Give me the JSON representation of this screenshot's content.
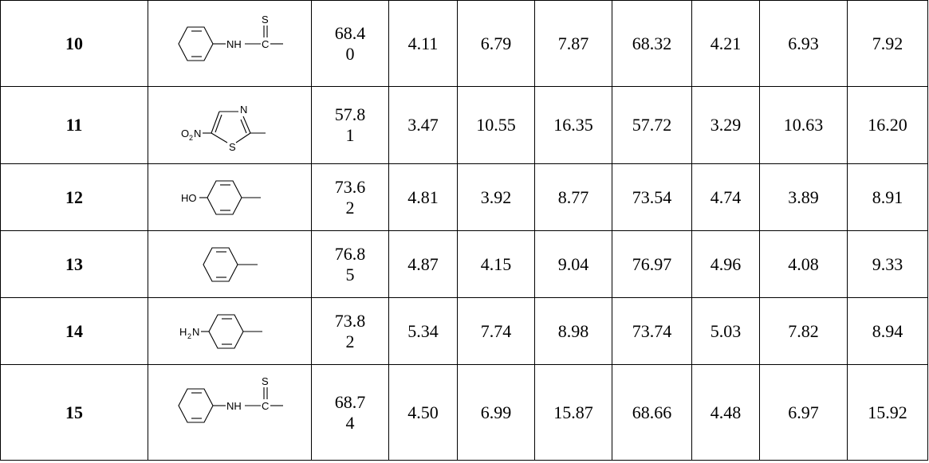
{
  "rows": [
    {
      "id": "10",
      "structure": "phenylthiocarbamoyl",
      "labels": {
        "nh": "NH",
        "c": "C",
        "s": "S"
      },
      "c_calc": [
        "68.4",
        "0"
      ],
      "values": [
        "4.11",
        "6.79",
        "7.87",
        "68.32",
        "4.21",
        "6.93",
        "7.92"
      ]
    },
    {
      "id": "11",
      "structure": "5-nitrothiazol-2-yl",
      "labels": {
        "o2n_o": "O",
        "o2n_sub": "2",
        "o2n_n": "N",
        "ring_n": "N",
        "ring_s": "S"
      },
      "c_calc": [
        "57.8",
        "1"
      ],
      "values": [
        "3.47",
        "10.55",
        "16.35",
        "57.72",
        "3.29",
        "10.63",
        "16.20"
      ]
    },
    {
      "id": "12",
      "structure": "4-hydroxyphenyl",
      "labels": {
        "ho": "HO"
      },
      "c_calc": [
        "73.6",
        "2"
      ],
      "values": [
        "4.81",
        "3.92",
        "8.77",
        "73.54",
        "4.74",
        "3.89",
        "8.91"
      ]
    },
    {
      "id": "13",
      "structure": "phenyl",
      "labels": {},
      "c_calc": [
        "76.8",
        "5"
      ],
      "values": [
        "4.87",
        "4.15",
        "9.04",
        "76.97",
        "4.96",
        "4.08",
        "9.33"
      ]
    },
    {
      "id": "14",
      "structure": "4-aminophenyl",
      "labels": {
        "h2n_h": "H",
        "h2n_sub": "2",
        "h2n_n": "N"
      },
      "c_calc": [
        "73.8",
        "2"
      ],
      "values": [
        "5.34",
        "7.74",
        "8.98",
        "73.74",
        "5.03",
        "7.82",
        "8.94"
      ]
    },
    {
      "id": "15",
      "structure": "phenylthiocarbamoyl",
      "labels": {
        "nh": "NH",
        "c": "C",
        "s": "S"
      },
      "c_calc": [
        "68.7",
        "4"
      ],
      "values": [
        "4.50",
        "6.99",
        "15.87",
        "68.66",
        "4.48",
        "6.97",
        "15.92"
      ]
    }
  ]
}
